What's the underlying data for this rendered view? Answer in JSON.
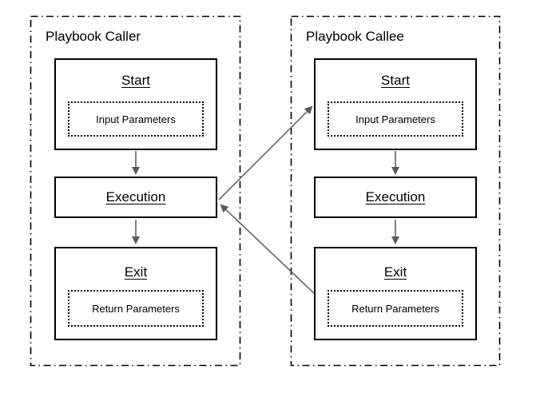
{
  "colors": {
    "arrow": "#595959",
    "border": "#000000",
    "background": "#ffffff"
  },
  "caller": {
    "title": "Playbook Caller",
    "start_label": "Start",
    "input_params_label": "Input Parameters",
    "execution_label": "Execution",
    "exit_label": "Exit",
    "return_params_label": "Return Parameters"
  },
  "callee": {
    "title": "Playbook Callee",
    "start_label": "Start",
    "input_params_label": "Input Parameters",
    "execution_label": "Execution",
    "exit_label": "Exit",
    "return_params_label": "Return Parameters"
  }
}
